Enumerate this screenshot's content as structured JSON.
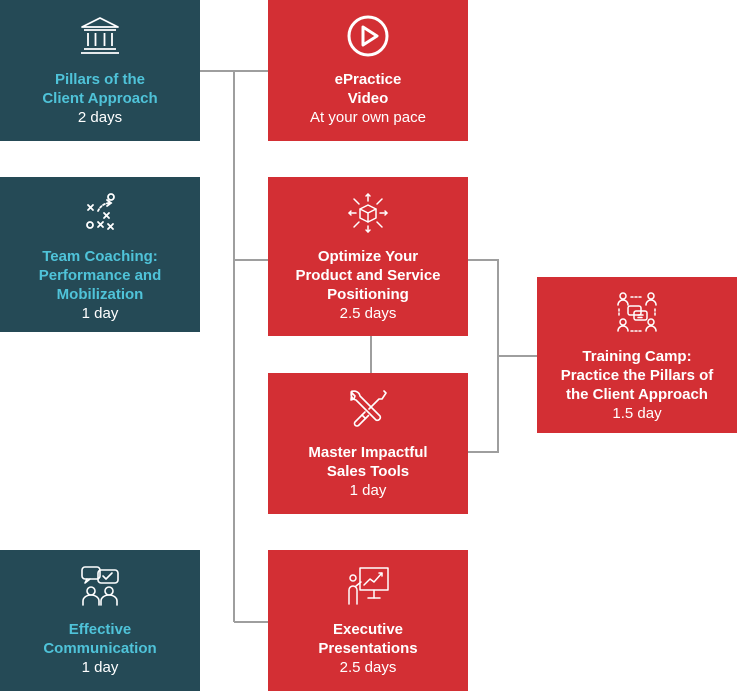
{
  "colors": {
    "teal": "#254a56",
    "teal_text": "#4fc3d9",
    "red": "#d32f34",
    "line": "#9e9e9e"
  },
  "cards": {
    "pillars": {
      "title": "Pillars of the\nClient Approach",
      "sub": "2 days",
      "icon": "pillars-building-icon"
    },
    "coaching": {
      "title": "Team Coaching:\nPerformance and\nMobilization",
      "sub": "1 day",
      "icon": "play-strategy-icon"
    },
    "communication": {
      "title": "Effective\nCommunication",
      "sub": "1 day",
      "icon": "conversation-icon"
    },
    "epractice": {
      "title": "ePractice\nVideo",
      "sub": "At your own pace",
      "icon": "play-circle-icon"
    },
    "optimize": {
      "title": "Optimize Your\nProduct and Service\nPositioning",
      "sub": "2.5 days",
      "icon": "product-box-icon"
    },
    "tools": {
      "title": "Master Impactful\nSales Tools",
      "sub": "1 day",
      "icon": "tools-icon"
    },
    "presentations": {
      "title": "Executive\nPresentations",
      "sub": "2.5 days",
      "icon": "presentation-board-icon"
    },
    "camp": {
      "title": "Training Camp:\nPractice the Pillars of\nthe Client Approach",
      "sub": "1.5 day",
      "icon": "team-meeting-icon"
    }
  }
}
